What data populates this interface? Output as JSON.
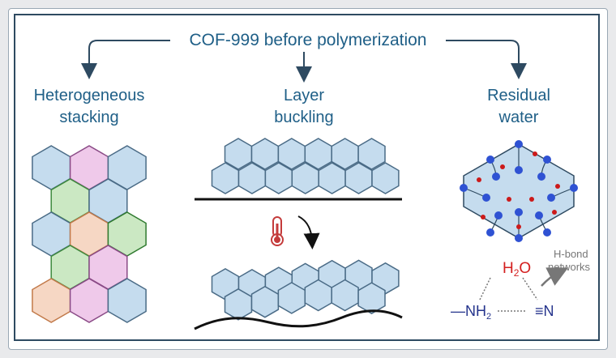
{
  "title": "COF-999 before polymerization",
  "columns": [
    {
      "id": "stacking",
      "line1": "Heterogeneous",
      "line2": "stacking"
    },
    {
      "id": "buckling",
      "line1": "Layer",
      "line2": "buckling"
    },
    {
      "id": "water",
      "line1": "Residual",
      "line2": "water"
    }
  ],
  "water_labels": {
    "h2o_h": "H",
    "h2o_sub": "2",
    "h2o_o": "O",
    "nh2_text": "—NH",
    "nh2_sub": "2",
    "cn_text": "≡N",
    "hbond_line1": "H-bond",
    "hbond_line2": "networks"
  },
  "colors": {
    "hex_fill_blue": "#c5dcee",
    "hex_fill_pink": "#efc9ea",
    "hex_fill_green": "#cbe8c3",
    "hex_fill_orange": "#f6d7c4",
    "dot_blue": "#2f52d3",
    "dot_red": "#cc1a1a",
    "arrow": "#2e4a61"
  }
}
